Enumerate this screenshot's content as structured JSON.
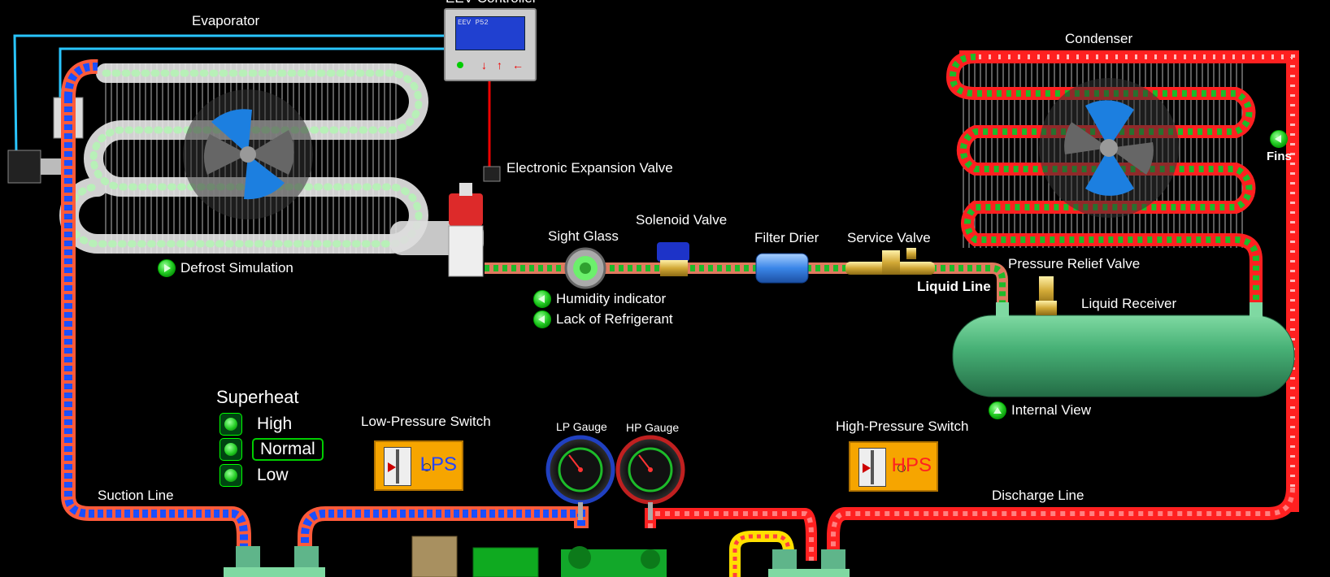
{
  "labels": {
    "evaporator": "Evaporator",
    "eev_controller": "EEV Controller",
    "condenser": "Condenser",
    "electronic_expansion_valve": "Electronic Expansion Valve",
    "sight_glass": "Sight Glass",
    "solenoid_valve": "Solenoid Valve",
    "filter_drier": "Filter Drier",
    "service_valve": "Service Valve",
    "pressure_relief_valve": "Pressure Relief Valve",
    "liquid_line": "Liquid Line",
    "liquid_receiver": "Liquid Receiver",
    "suction_line": "Suction Line",
    "discharge_line": "Discharge Line",
    "low_pressure_switch": "Low-Pressure Switch",
    "high_pressure_switch": "High-Pressure Switch",
    "lp_gauge": "LP Gauge",
    "hp_gauge": "HP Gauge"
  },
  "buttons": {
    "defrost_simulation": "Defrost Simulation",
    "humidity_indicator": "Humidity indicator",
    "lack_of_refrigerant": "Lack of Refrigerant",
    "internal_view": "Internal View",
    "fins": "Fins"
  },
  "superheat": {
    "title": "Superheat",
    "options": [
      "High",
      "Normal",
      "Low"
    ],
    "selected": "Normal"
  },
  "switches": {
    "lps_code": "LPS",
    "hps_code": "HPS"
  },
  "controller": {
    "display_text": "EEV  P52",
    "keys": [
      "↓",
      "↑",
      "←"
    ]
  },
  "colors": {
    "suction": "#1a4fff",
    "discharge": "#ff2020",
    "liquid": "#1dbb2a",
    "hot_gas": "#ffe000",
    "sensor_wire": "#29c5ff",
    "lps_text": "#2244ff",
    "hps_text": "#ff2020",
    "receiver": "#3fa86a"
  }
}
